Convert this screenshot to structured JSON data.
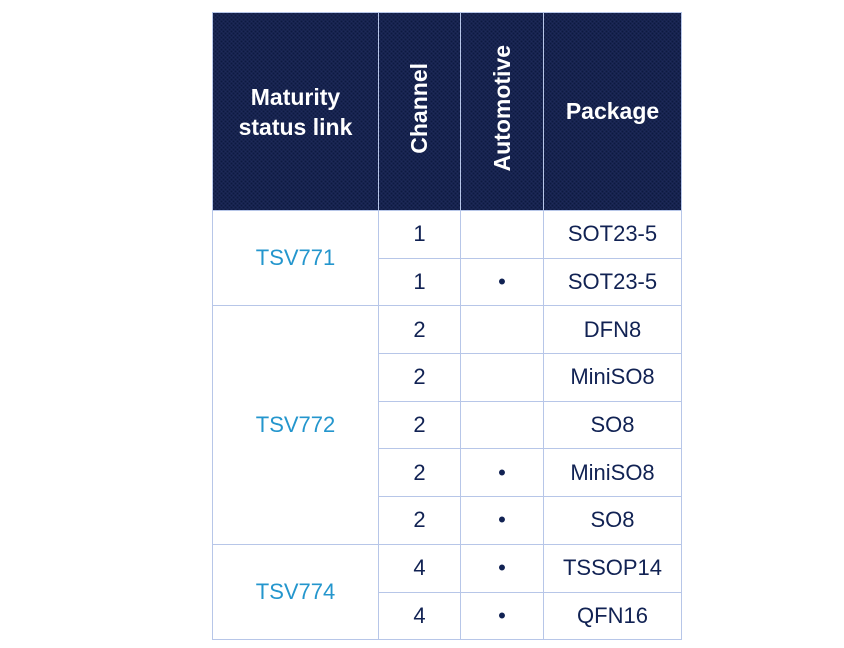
{
  "colors": {
    "page_bg": "#ffffff",
    "header_bg": "#1e2a5a",
    "header_dot": "#0d1a40",
    "header_text": "#ffffff",
    "body_text": "#112253",
    "link_blue": "#2496cd",
    "border": "#b7c6e8"
  },
  "header": {
    "maturity_line1": "Maturity",
    "maturity_line2": "status link",
    "channel": "Channel",
    "automotive": "Automotive",
    "package": "Package"
  },
  "groups": [
    {
      "part": "TSV771",
      "rows": [
        {
          "channel": "1",
          "automotive": "",
          "package": "SOT23-5"
        },
        {
          "channel": "1",
          "automotive": "•",
          "package": "SOT23-5"
        }
      ]
    },
    {
      "part": "TSV772",
      "rows": [
        {
          "channel": "2",
          "automotive": "",
          "package": "DFN8"
        },
        {
          "channel": "2",
          "automotive": "",
          "package": "MiniSO8"
        },
        {
          "channel": "2",
          "automotive": "",
          "package": "SO8"
        },
        {
          "channel": "2",
          "automotive": "•",
          "package": "MiniSO8"
        },
        {
          "channel": "2",
          "automotive": "•",
          "package": "SO8"
        }
      ]
    },
    {
      "part": "TSV774",
      "rows": [
        {
          "channel": "4",
          "automotive": "•",
          "package": "TSSOP14"
        },
        {
          "channel": "4",
          "automotive": "•",
          "package": "QFN16"
        }
      ]
    }
  ],
  "chart_data": {
    "type": "table",
    "title": "",
    "columns": [
      "Maturity status link",
      "Channel",
      "Automotive",
      "Package"
    ],
    "rows": [
      [
        "TSV771",
        "1",
        "",
        "SOT23-5"
      ],
      [
        "TSV771",
        "1",
        "•",
        "SOT23-5"
      ],
      [
        "TSV772",
        "2",
        "",
        "DFN8"
      ],
      [
        "TSV772",
        "2",
        "",
        "MiniSO8"
      ],
      [
        "TSV772",
        "2",
        "",
        "SO8"
      ],
      [
        "TSV772",
        "2",
        "•",
        "MiniSO8"
      ],
      [
        "TSV772",
        "2",
        "•",
        "SO8"
      ],
      [
        "TSV774",
        "4",
        "•",
        "TSSOP14"
      ],
      [
        "TSV774",
        "4",
        "•",
        "QFN16"
      ]
    ]
  }
}
